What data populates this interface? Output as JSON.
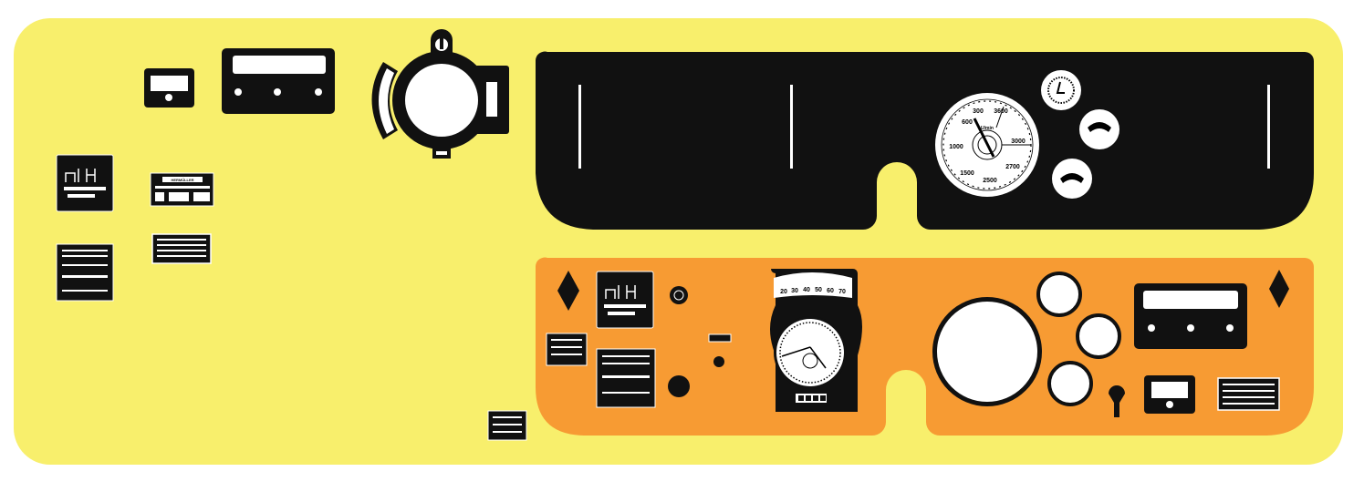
{
  "colors": {
    "sheet": "#f8ef6c",
    "dash_black": "#111111",
    "dash_orange": "#f79b33",
    "white": "#ffffff"
  },
  "tachometer": {
    "labels": [
      "300",
      "3600",
      "600",
      "1000",
      "3000",
      "2700",
      "1500",
      "2500"
    ],
    "unit": "U/min"
  },
  "speedometer": {
    "scale_labels": [
      "20",
      "30",
      "40",
      "50",
      "60",
      "70"
    ],
    "odometer_digits": 4
  },
  "plates": {
    "maker_plate": "HERMÜLLER"
  }
}
